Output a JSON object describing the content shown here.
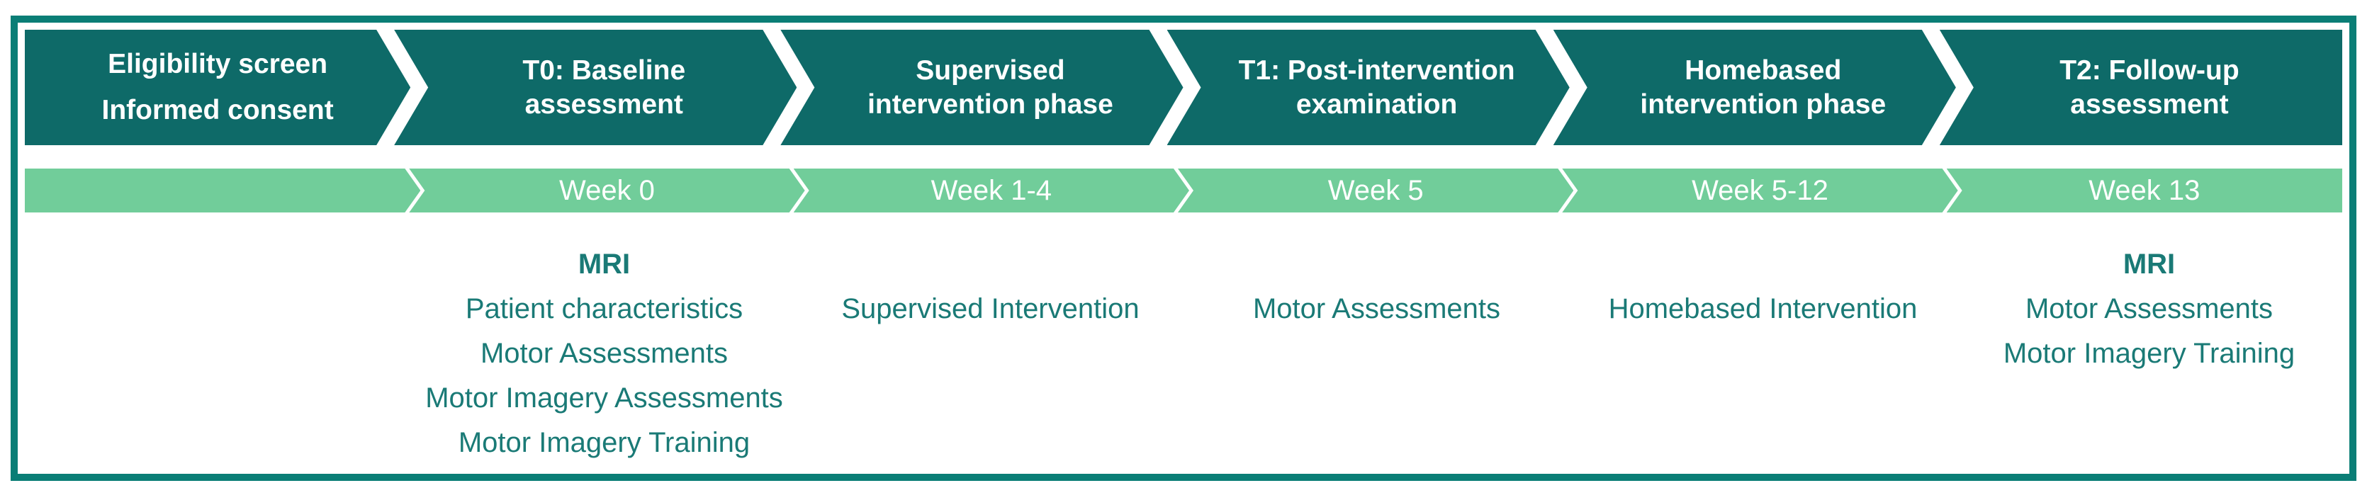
{
  "diagram": {
    "colors": {
      "frame_border": "#0a7e76",
      "phase_chevron_fill": "#0e6a68",
      "week_chevron_fill": "#71cd9a",
      "chevron_text": "#ffffff",
      "activity_text": "#1a7a76"
    },
    "phases": [
      {
        "title_line1": "Eligibility screen",
        "title_line2": "Informed consent",
        "week": "",
        "activities": []
      },
      {
        "title_line1": "T0: Baseline",
        "title_line2": "assessment",
        "week": "Week 0",
        "activities": [
          {
            "text": "MRI",
            "bold": true
          },
          {
            "text": "Patient characteristics",
            "bold": false
          },
          {
            "text": "Motor Assessments",
            "bold": false
          },
          {
            "text": "Motor Imagery Assessments",
            "bold": false
          },
          {
            "text": "Motor Imagery Training",
            "bold": false
          }
        ]
      },
      {
        "title_line1": "Supervised",
        "title_line2": "intervention phase",
        "week": "Week 1-4",
        "activities": [
          {
            "text": "Supervised Intervention",
            "bold": false
          }
        ]
      },
      {
        "title_line1": "T1: Post-intervention",
        "title_line2": "examination",
        "week": "Week 5",
        "activities": [
          {
            "text": "Motor Assessments",
            "bold": false
          }
        ]
      },
      {
        "title_line1": "Homebased",
        "title_line2": "intervention phase",
        "week": "Week 5-12",
        "activities": [
          {
            "text": "Homebased Intervention",
            "bold": false
          }
        ]
      },
      {
        "title_line1": "T2: Follow-up",
        "title_line2": "assessment",
        "week": "Week 13",
        "activities": [
          {
            "text": "MRI",
            "bold": true
          },
          {
            "text": "Motor Assessments",
            "bold": false
          },
          {
            "text": "Motor Imagery Training",
            "bold": false
          }
        ]
      }
    ]
  }
}
